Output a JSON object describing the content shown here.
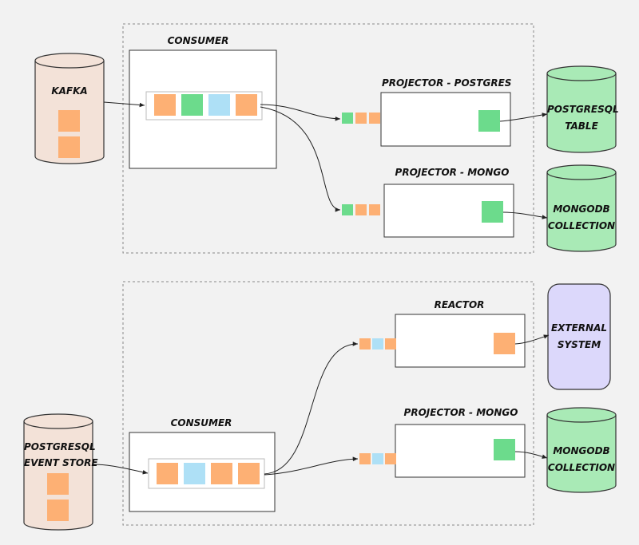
{
  "colors": {
    "background": "#f2f2f2",
    "orange": "#fdb074",
    "green": "#6cdb8c",
    "blue": "#aee0f6",
    "db_green": "#a9eab6",
    "store_beige": "#f3e2d8",
    "external_purple": "#dcd8fb"
  },
  "top": {
    "source_db": {
      "label": "KAFKA"
    },
    "consumer": {
      "label": "CONSUMER",
      "queue": [
        "orange",
        "green",
        "blue",
        "orange"
      ]
    },
    "projector_1": {
      "label": "PROJECTOR - POSTGRES",
      "inbox": [
        "green",
        "orange",
        "orange"
      ],
      "item": "green"
    },
    "projector_2": {
      "label": "PROJECTOR - MONGO",
      "inbox": [
        "green",
        "orange",
        "orange"
      ],
      "item": "green"
    },
    "target_1": {
      "label_line1": "POSTGRESQL",
      "label_line2": "TABLE"
    },
    "target_2": {
      "label_line1": "MONGODB",
      "label_line2": "COLLECTION"
    }
  },
  "bottom": {
    "source_db": {
      "label_line1": "POSTGRESQL",
      "label_line2": "EVENT STORE"
    },
    "consumer": {
      "label": "CONSUMER",
      "queue": [
        "orange",
        "blue",
        "orange",
        "orange"
      ]
    },
    "reactor": {
      "label": "REACTOR",
      "inbox": [
        "orange",
        "blue",
        "orange"
      ],
      "item": "orange"
    },
    "projector": {
      "label": "PROJECTOR - MONGO",
      "inbox": [
        "orange",
        "blue",
        "orange"
      ],
      "item": "green"
    },
    "target_1": {
      "label_line1": "EXTERNAL",
      "label_line2": "SYSTEM"
    },
    "target_2": {
      "label_line1": "MONGODB",
      "label_line2": "COLLECTION"
    }
  }
}
